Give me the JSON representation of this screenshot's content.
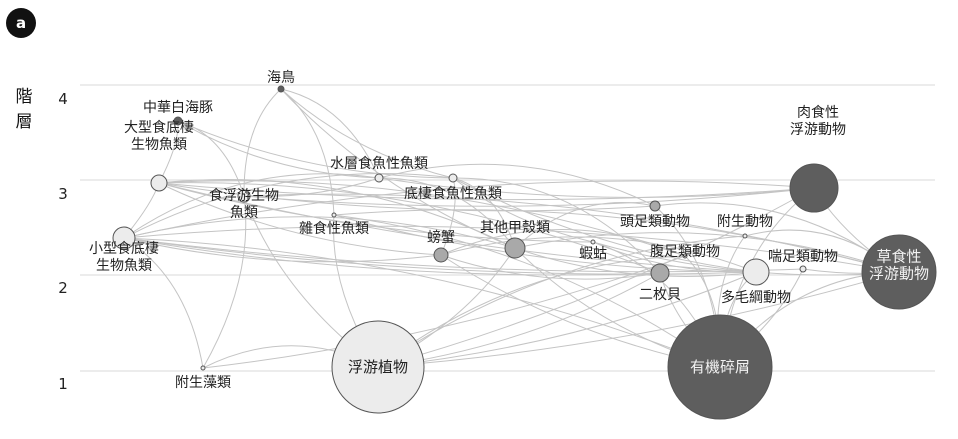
{
  "panel_label": "a",
  "y_axis": {
    "title_chars": [
      "階",
      "層"
    ],
    "ticks": [
      "1",
      "2",
      "3",
      "4"
    ]
  },
  "colors": {
    "light": "#ececec",
    "mid": "#a9a9a9",
    "dark": "#5e5e5e",
    "edge": "#c4c4c4",
    "grid": "#d8d8d8"
  },
  "nodes": [
    {
      "id": "seabird",
      "lines": [
        "海鳥"
      ]
    },
    {
      "id": "dolphin",
      "lines": [
        "中華白海豚"
      ]
    },
    {
      "id": "largefish",
      "lines": [
        "大型食底棲",
        "生物魚類"
      ]
    },
    {
      "id": "midwater",
      "lines": [
        "水層食魚性魚類"
      ]
    },
    {
      "id": "benthicpisc",
      "lines": [
        "底棲食魚性魚類"
      ]
    },
    {
      "id": "zoopfish",
      "lines": [
        "食浮游生物",
        "魚類"
      ]
    },
    {
      "id": "omnifish",
      "lines": [
        "雜食性魚類"
      ]
    },
    {
      "id": "smallfish",
      "lines": [
        "小型食底棲",
        "生物魚類"
      ]
    },
    {
      "id": "crab",
      "lines": [
        "螃蟹"
      ]
    },
    {
      "id": "crustacean",
      "lines": [
        "其他甲殼類"
      ]
    },
    {
      "id": "shrimp",
      "lines": [
        "蝦蛄"
      ]
    },
    {
      "id": "cephalopod",
      "lines": [
        "頭足類動物"
      ]
    },
    {
      "id": "epifauna",
      "lines": [
        "附生動物"
      ]
    },
    {
      "id": "gastropod",
      "lines": [
        "腹足類動物"
      ]
    },
    {
      "id": "bivalve",
      "lines": [
        "二枚貝"
      ]
    },
    {
      "id": "polychaete",
      "lines": [
        "多毛綱動物"
      ]
    },
    {
      "id": "ciliate",
      "lines": [
        "喘足類動物"
      ]
    },
    {
      "id": "carnzoop",
      "lines": [
        "肉食性",
        "浮游動物"
      ]
    },
    {
      "id": "herbzoop",
      "lines": [
        "草食性",
        "浮游動物"
      ]
    },
    {
      "id": "phyto",
      "lines": [
        "浮游植物"
      ]
    },
    {
      "id": "detritus",
      "lines": [
        "有機碎屑"
      ]
    },
    {
      "id": "epiphyte",
      "lines": [
        "附生藻類"
      ]
    }
  ]
}
